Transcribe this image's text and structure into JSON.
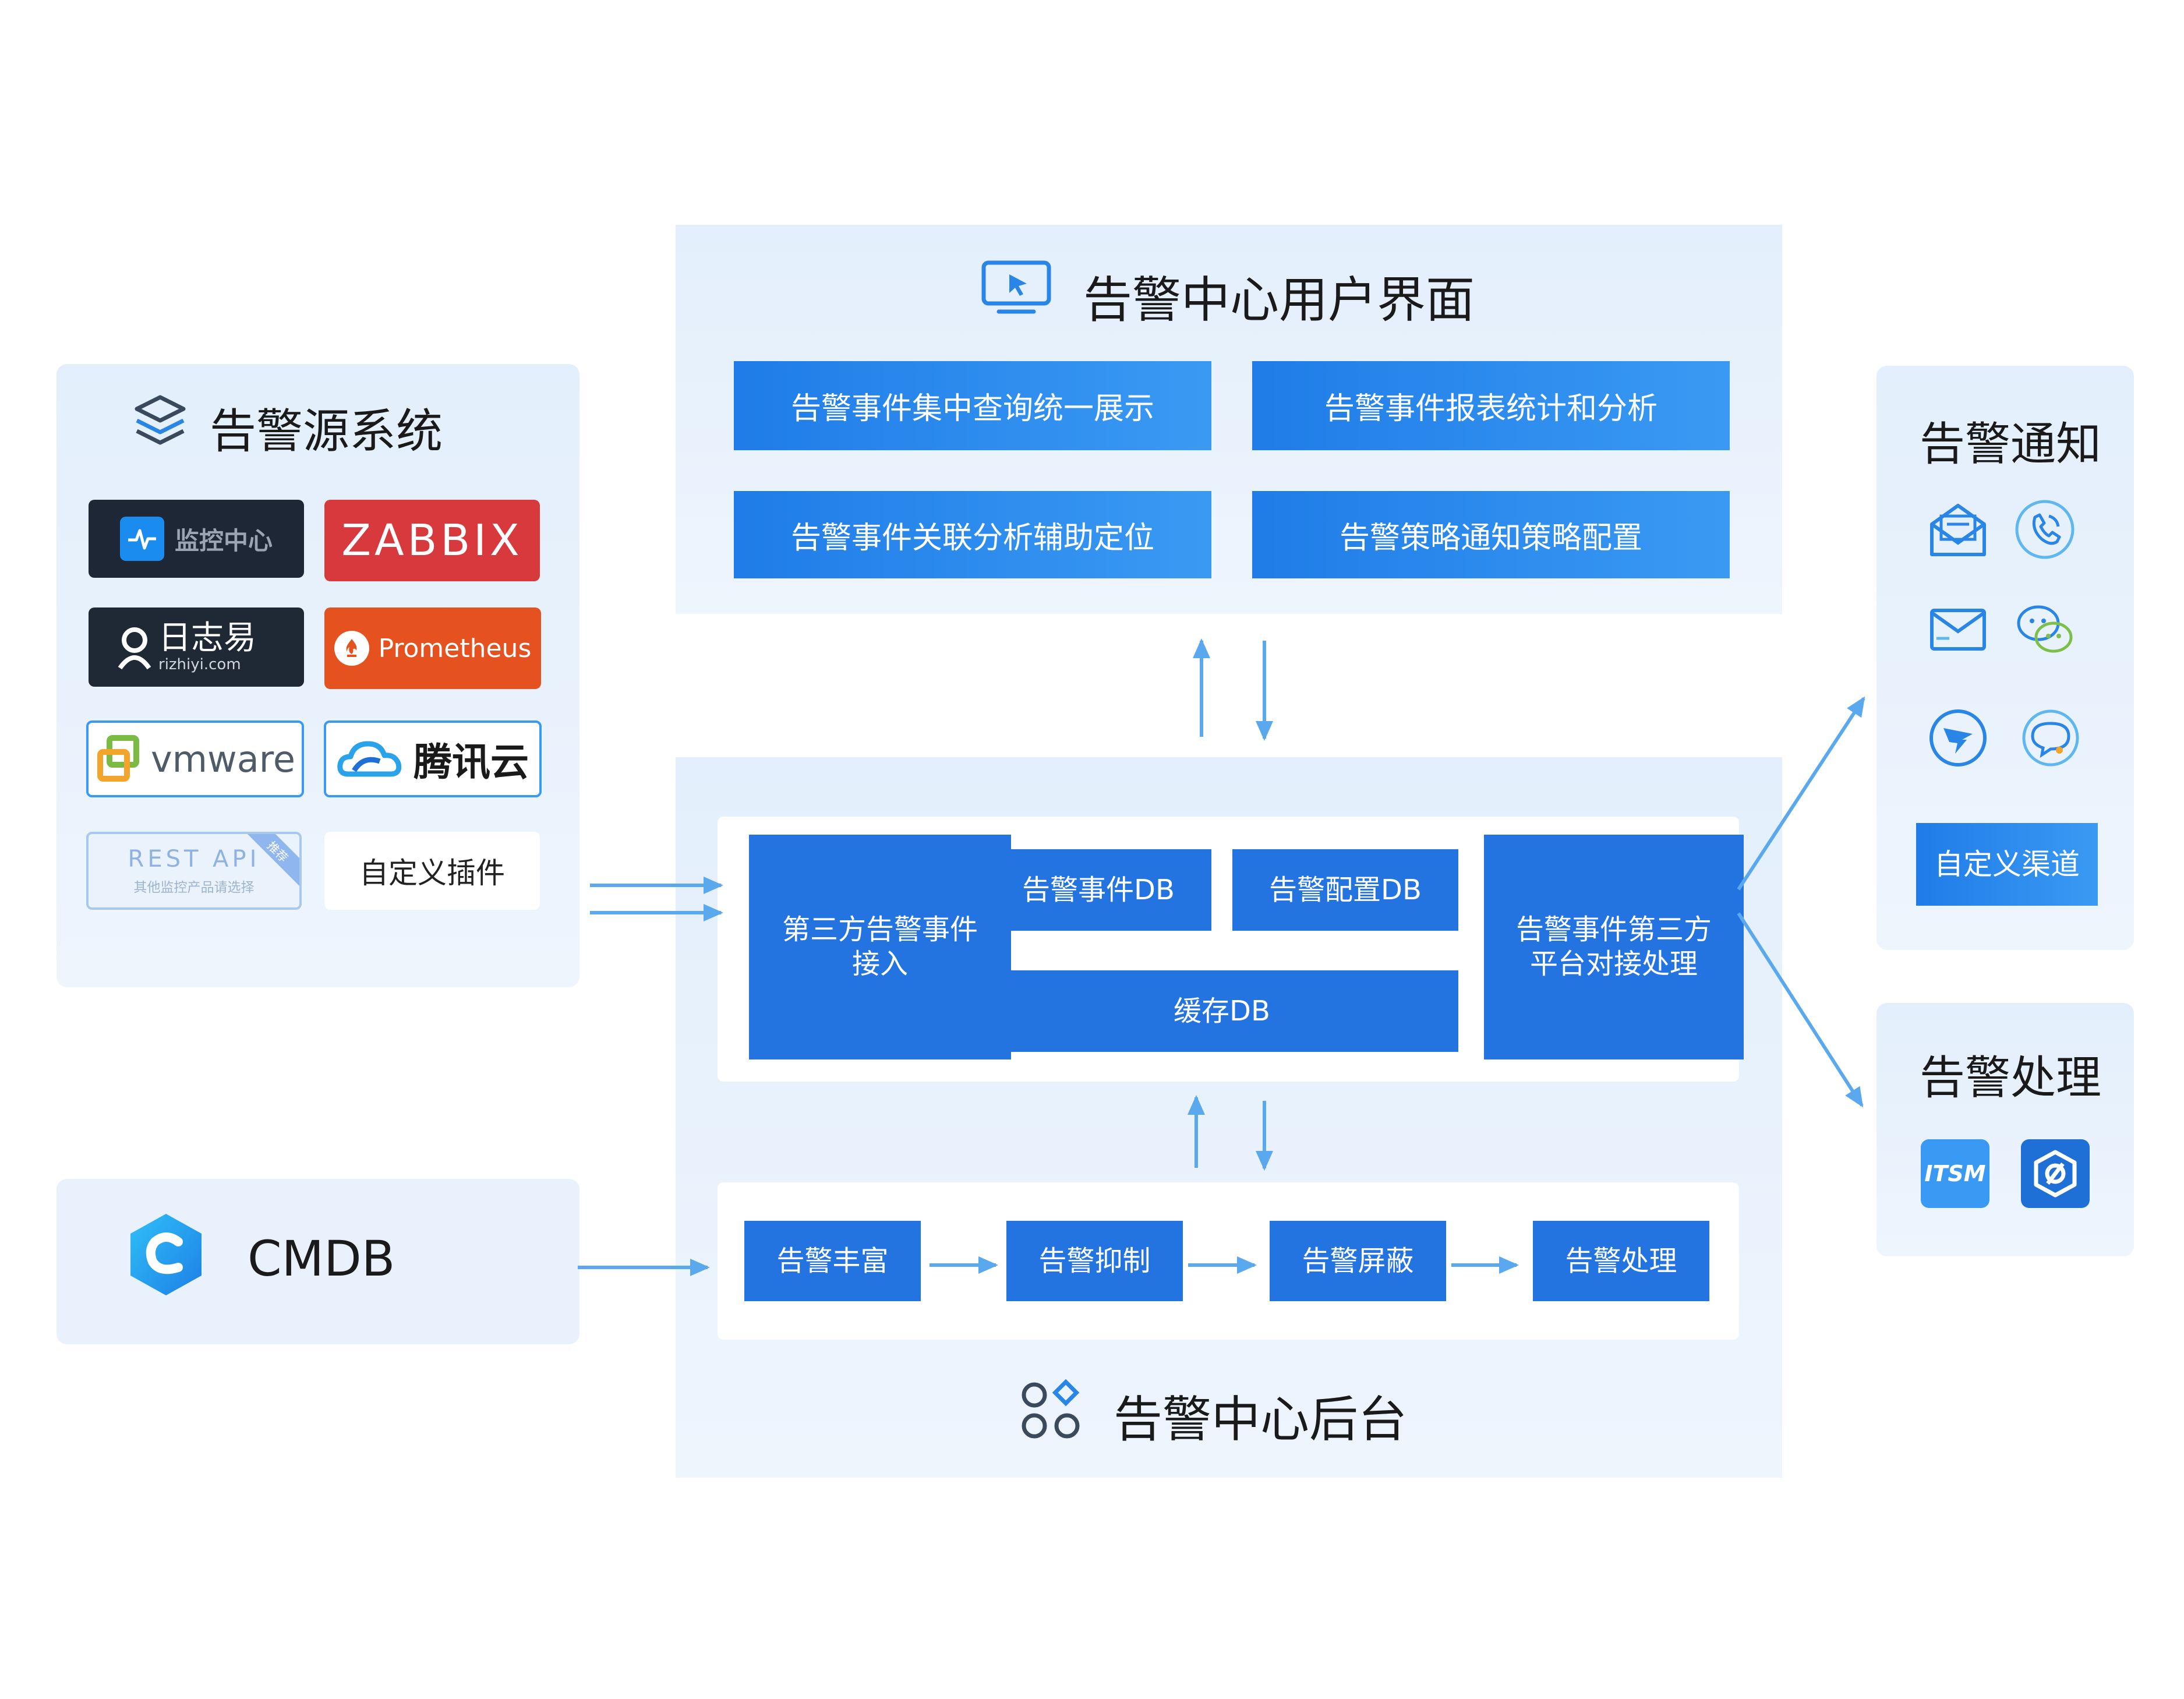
{
  "ui_panel": {
    "title": "告警中心用户界面",
    "icon": "monitor-cursor-icon",
    "buttons": [
      "告警事件集中查询统一展示",
      "告警事件报表统计和分析",
      "告警事件关联分析辅助定位",
      "告警策略通知策略配置"
    ]
  },
  "source_panel": {
    "title": "告警源系统",
    "icon": "layers-icon",
    "logos": {
      "monitor": "监控中心",
      "zabbix": "ZABBIX",
      "rizhiyi_main": "日志易",
      "rizhiyi_sub": "rizhiyi.com",
      "prometheus": "Prometheus",
      "vmware": "vmware",
      "tencent": "腾讯云",
      "rest_api": "REST API",
      "rest_api_sub": "其他监控产品请选择",
      "rest_badge": "推荐",
      "custom_plugin": "自定义插件"
    }
  },
  "cmdb_panel": {
    "label": "CMDB",
    "icon": "cmdb-hexagon-icon"
  },
  "backend_panel": {
    "title": "告警中心后台",
    "icon": "apps-grid-icon",
    "third_party_in": "第三方告警事件接入",
    "event_db": "告警事件DB",
    "config_db": "告警配置DB",
    "cache_db": "缓存DB",
    "third_party_out": "告警事件第三方平台对接处理",
    "pipeline": [
      "告警丰富",
      "告警抑制",
      "告警屏蔽",
      "告警处理"
    ]
  },
  "notify_panel": {
    "title": "告警通知",
    "icons": [
      "mail-open-icon",
      "phone-call-icon",
      "email-icon",
      "wechat-icon",
      "dingtalk-icon",
      "chat-bubble-icon"
    ],
    "custom_channel": "自定义渠道"
  },
  "handle_panel": {
    "title": "告警处理",
    "icons": [
      "itsm-icon",
      "settings-hex-icon"
    ],
    "itsm_text": "ITSM"
  },
  "colors": {
    "accent": "#2374e1",
    "arrow": "#5aa9ee",
    "panel_bg": "#e6f0fc"
  }
}
